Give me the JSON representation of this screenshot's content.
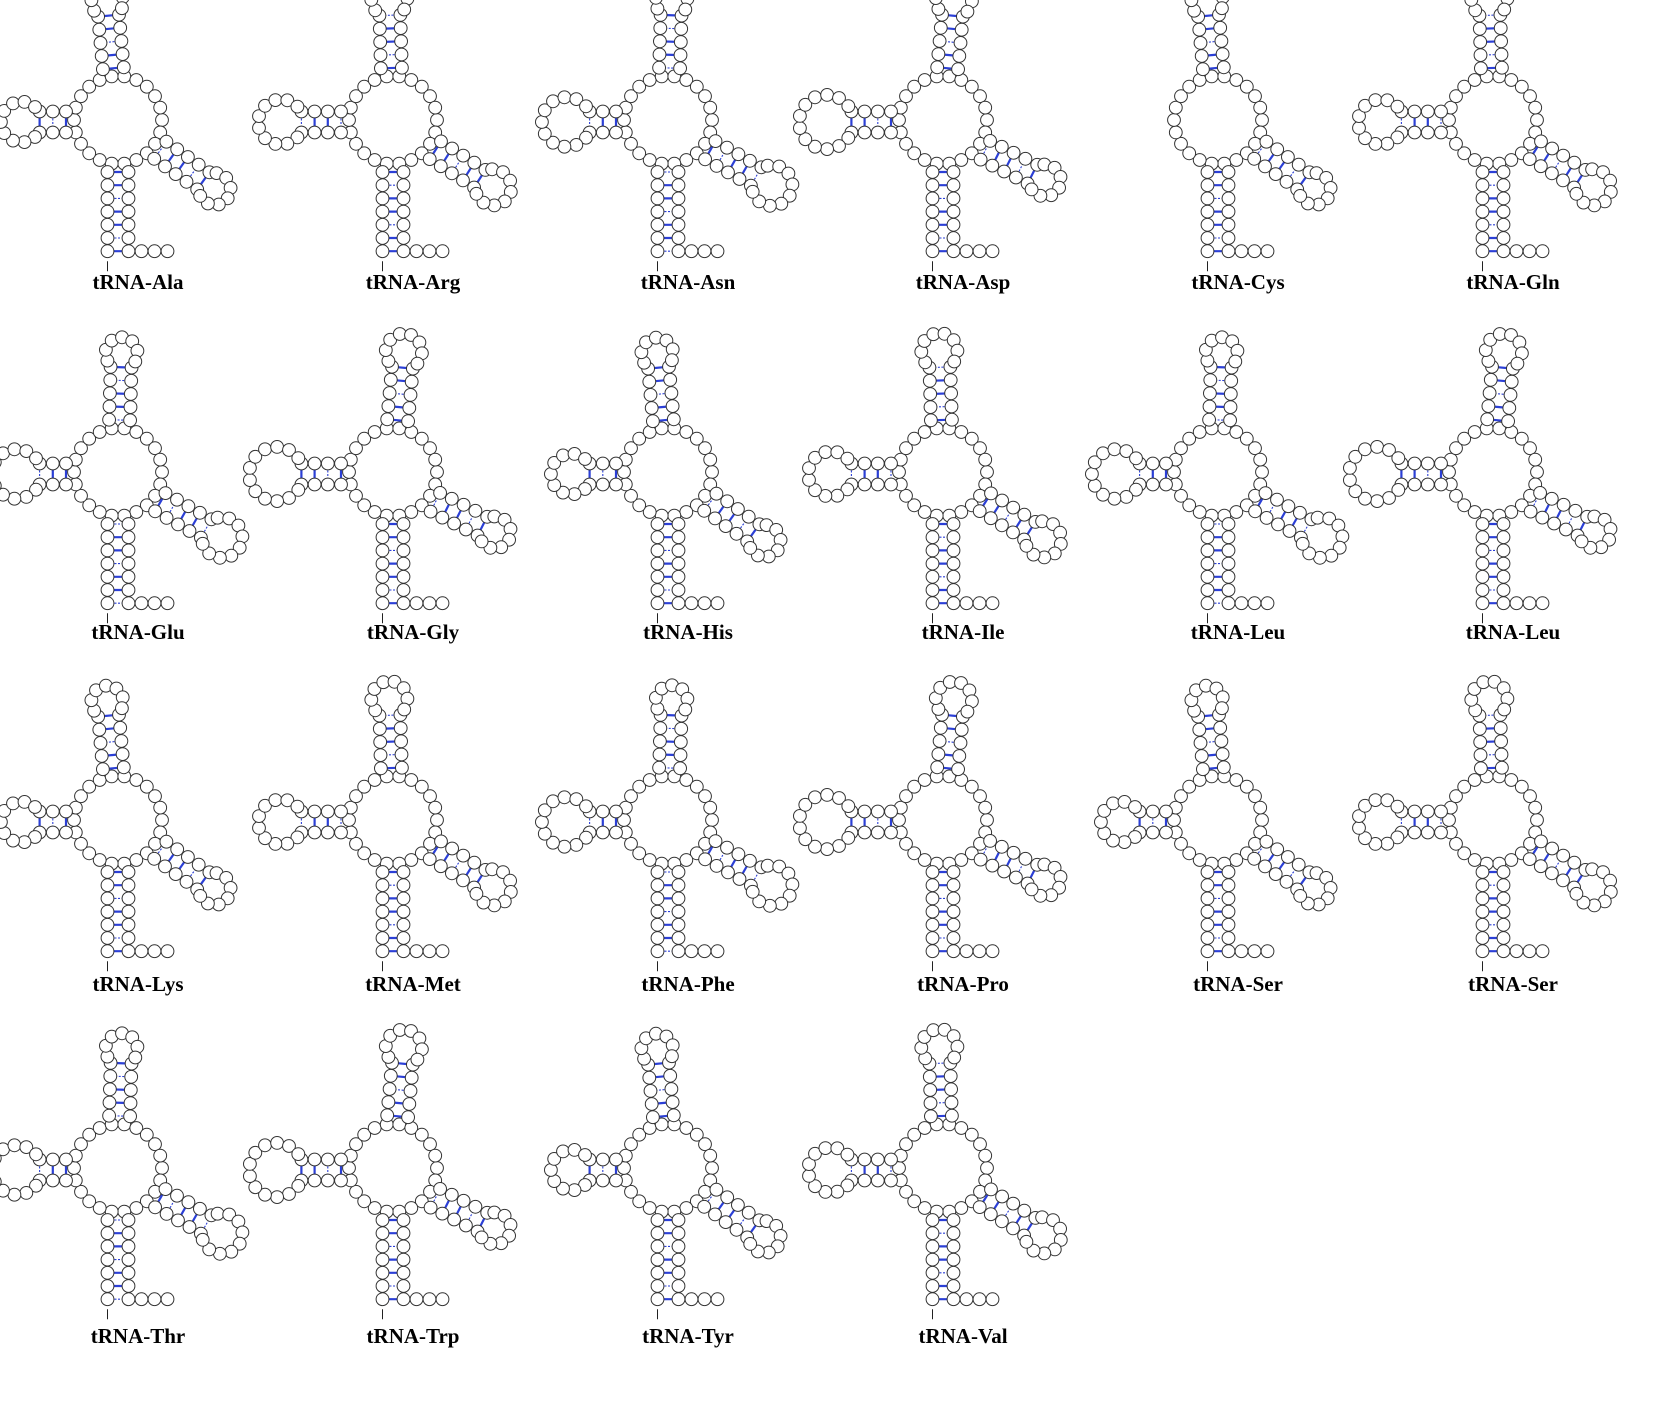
{
  "figure": {
    "colors": {
      "background": "#ffffff",
      "nucleotide_outline": "#333333",
      "base_pair_line": "#2b3fd6",
      "backbone": "#222222",
      "label": "#000000"
    },
    "panels": [
      {
        "label": "tRNA-Ala",
        "row": 0,
        "col": 0
      },
      {
        "label": "tRNA-Arg",
        "row": 0,
        "col": 1
      },
      {
        "label": "tRNA-Asn",
        "row": 0,
        "col": 2
      },
      {
        "label": "tRNA-Asp",
        "row": 0,
        "col": 3
      },
      {
        "label": "tRNA-Cys",
        "row": 0,
        "col": 4
      },
      {
        "label": "tRNA-Gln",
        "row": 0,
        "col": 5
      },
      {
        "label": "tRNA-Glu",
        "row": 1,
        "col": 0
      },
      {
        "label": "tRNA-Gly",
        "row": 1,
        "col": 1
      },
      {
        "label": "tRNA-His",
        "row": 1,
        "col": 2
      },
      {
        "label": "tRNA-Ile",
        "row": 1,
        "col": 3
      },
      {
        "label": "tRNA-Leu",
        "row": 1,
        "col": 4
      },
      {
        "label": "tRNA-Leu",
        "row": 1,
        "col": 5
      },
      {
        "label": "tRNA-Lys",
        "row": 2,
        "col": 0
      },
      {
        "label": "tRNA-Met",
        "row": 2,
        "col": 1
      },
      {
        "label": "tRNA-Phe",
        "row": 2,
        "col": 2
      },
      {
        "label": "tRNA-Pro",
        "row": 2,
        "col": 3
      },
      {
        "label": "tRNA-Ser",
        "row": 2,
        "col": 4
      },
      {
        "label": "tRNA-Ser",
        "row": 2,
        "col": 5
      },
      {
        "label": "tRNA-Thr",
        "row": 3,
        "col": 0
      },
      {
        "label": "tRNA-Trp",
        "row": 3,
        "col": 1
      },
      {
        "label": "tRNA-Tyr",
        "row": 3,
        "col": 2
      },
      {
        "label": "tRNA-Val",
        "row": 3,
        "col": 3
      }
    ]
  }
}
